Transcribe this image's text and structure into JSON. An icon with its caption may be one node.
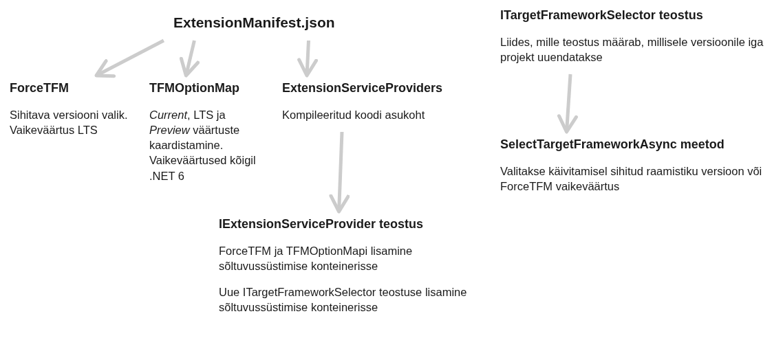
{
  "diagram": {
    "nodes": [
      {
        "text": [
          "ExtensionManifest.json"
        ]
      },
      {
        "text": [
          "ForceTFM",
          "Sihitava versiooni valik. Vaikeväärtus LTS"
        ]
      },
      {
        "text": [
          "TFMOptionMap",
          "*Current*, LTS ja *Preview* väärtuste kaardistamine. Vaikeväärtused kõigil .NET 6"
        ]
      },
      {
        "text": [
          "ExtensionServiceProviders",
          "Kompileeritud koodi asukoht"
        ]
      },
      {
        "text": [
          "IExtensionServiceProvider teostus",
          "ForceTFM ja TFMOptionMapi lisamine sõltuvussüstimise konteinerisse",
          "Uue ITargetFrameworkSelector teostuse lisamine sõltuvussüstimise konteinerisse"
        ]
      },
      {
        "text": [
          "ITargetFrameworkSelector teostus",
          "Liides, mille teostus määrab, millisele versioonile iga projekt uuendatakse"
        ]
      },
      {
        "text": [
          "SelectTargetFrameworkAsync meetod",
          "Valitakse käivitamisel sihitud raamistiku versioon või ForceTFM vaikeväärtus"
        ]
      }
    ],
    "edges": [
      {
        "from": 0,
        "to": 1,
        "arrow": "to"
      },
      {
        "from": 0,
        "to": 2,
        "arrow": "to"
      },
      {
        "from": 0,
        "to": 3,
        "arrow": "to"
      },
      {
        "from": 3,
        "to": 4,
        "arrow": "to"
      },
      {
        "from": 5,
        "to": 6,
        "arrow": "to"
      }
    ]
  }
}
